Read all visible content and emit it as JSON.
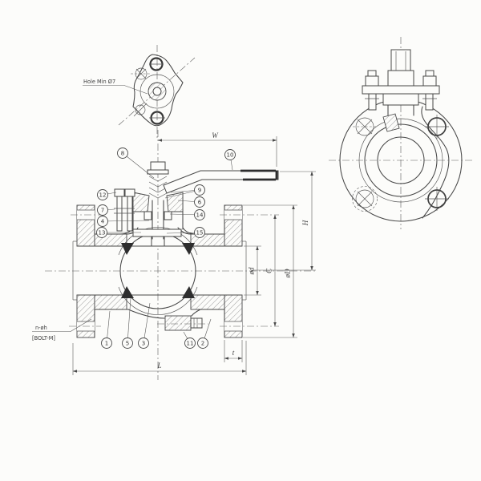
{
  "drawing": {
    "type": "technical-drawing-flanged-ball-valve",
    "colors": {
      "background": "#fcfcfa",
      "line": "#474747",
      "dim_line": "#5a5a5a",
      "seat_fill": "#2e2e2e"
    },
    "notes": {
      "hole_min": "Hole Min Ø7",
      "bolt_qty": "n-øh",
      "bolt_size": "[BOLT-M]"
    },
    "dimensions": {
      "w": "W",
      "h": "H",
      "c": "C",
      "flange_od": "øD",
      "bore": "ød",
      "length": "L",
      "thickness": "t"
    },
    "callouts": {
      "c1": "1",
      "c2": "2",
      "c3": "3",
      "c4": "4",
      "c5": "5",
      "c6": "6",
      "c7": "7",
      "c8": "8",
      "c9": "9",
      "c10": "10",
      "c11": "11",
      "c12": "12",
      "c13": "13",
      "c14": "14",
      "c15": "15"
    }
  }
}
